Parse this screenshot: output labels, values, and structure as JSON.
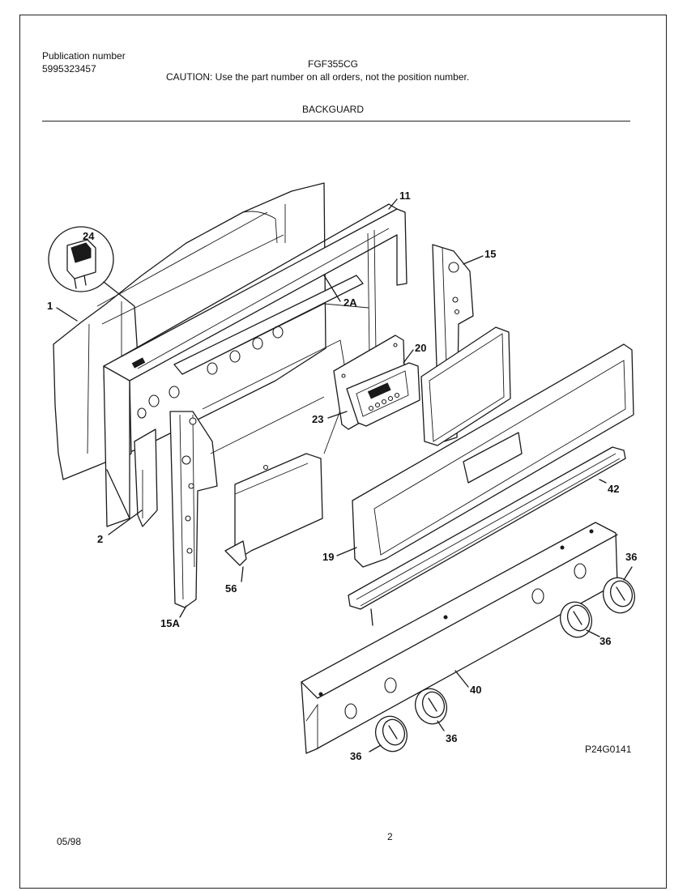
{
  "header": {
    "publication_label": "Publication number",
    "publication_number": "5995323457",
    "model": "FGF355CG",
    "caution": "CAUTION:  Use the part number on all orders, not the position number.",
    "section_title": "BACKGUARD"
  },
  "callouts": {
    "p1": "1",
    "p2": "2",
    "p2a": "2A",
    "p11": "11",
    "p15": "15",
    "p15a": "15A",
    "p19": "19",
    "p20": "20",
    "p23": "23",
    "p24": "24",
    "p36a": "36",
    "p36b": "36",
    "p36c": "36",
    "p36d": "36",
    "p40": "40",
    "p42": "42",
    "p56": "56"
  },
  "footer": {
    "drawing_code": "P24G0141",
    "date": "05/98",
    "page": "2"
  }
}
